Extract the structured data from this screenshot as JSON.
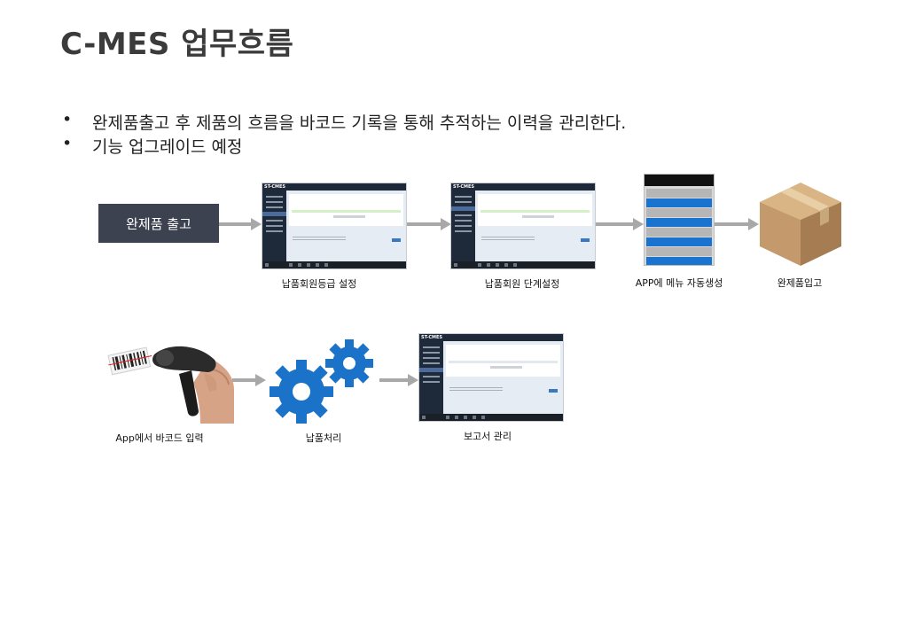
{
  "title": "C-MES 업무흐름",
  "bullets": [
    "완제품출고 후 제품의 흐름을 바코드 기록을 통해 추적하는 이력을 관리한다.",
    "기능 업그레이드 예정"
  ],
  "bullet_marker": "•",
  "start_box": "완제품 출고",
  "captions": {
    "step1": "납품회원등급 설정",
    "step2": "납품회원 단계설정",
    "step3": "APP에 메뉴 자동생성",
    "step4": "완제품입고",
    "step5": "App에서 바코드 입력",
    "step6": "납품처리",
    "step7": "보고서 관리"
  },
  "colors": {
    "title": "#3b3b3b",
    "start_box": "#3d4251",
    "arrow": "#a8a8a8",
    "gear": "#1a73c8",
    "box": "#c49a6c"
  },
  "icons": [
    "barcode-scanner-icon",
    "gears-icon",
    "cardboard-box-icon"
  ]
}
